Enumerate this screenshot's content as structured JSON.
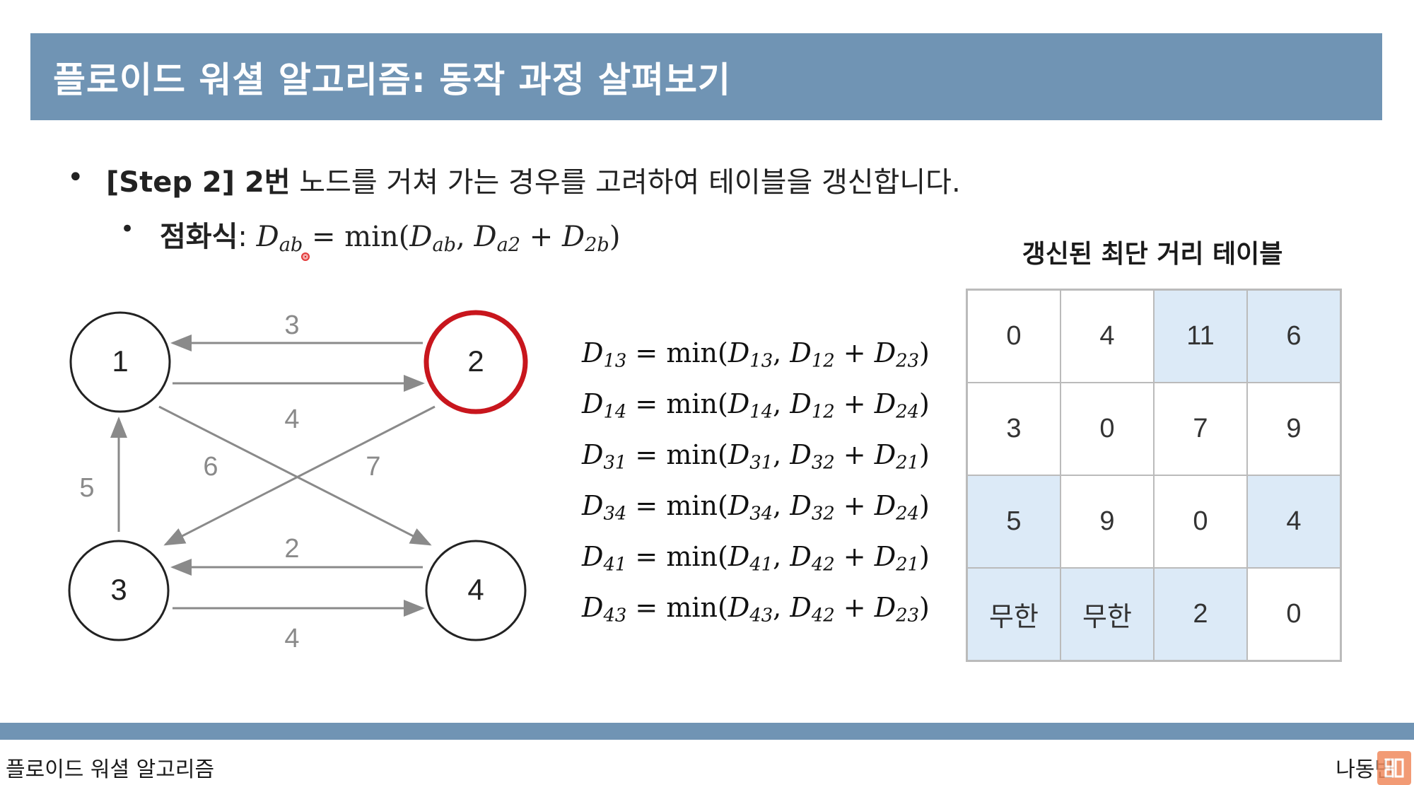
{
  "header": {
    "title": "플로이드 워셜 알고리즘: 동작 과정 살펴보기"
  },
  "bullets": {
    "step": {
      "bold": "[Step 2] 2번",
      "rest": " 노드를 거쳐 가는 경우를 고려하여 테이블을 갱신합니다."
    },
    "formula": {
      "label": "점화식",
      "sep": ": ",
      "lhs": "D",
      "lhs_sub": "ab",
      "eq": " = ",
      "fn": "min(",
      "a": "D",
      "a_sub": "ab",
      "comma": ", ",
      "b": "D",
      "b_sub": "a2",
      "plus": " + ",
      "c": "D",
      "c_sub": "2b",
      "close": ")"
    }
  },
  "graph": {
    "nodes": [
      {
        "id": "1",
        "label": "1",
        "highlighted": false
      },
      {
        "id": "2",
        "label": "2",
        "highlighted": true
      },
      {
        "id": "3",
        "label": "3",
        "highlighted": false
      },
      {
        "id": "4",
        "label": "4",
        "highlighted": false
      }
    ],
    "edges": [
      {
        "from": "2",
        "to": "1",
        "weight": "3"
      },
      {
        "from": "1",
        "to": "2",
        "weight": "4"
      },
      {
        "from": "3",
        "to": "1",
        "weight": "5"
      },
      {
        "from": "1",
        "to": "4",
        "weight": "6"
      },
      {
        "from": "2",
        "to": "3",
        "weight": "7"
      },
      {
        "from": "4",
        "to": "3",
        "weight": "2"
      },
      {
        "from": "3",
        "to": "4",
        "weight": "4"
      }
    ],
    "colors": {
      "node_stroke": "#222222",
      "highlight": "#c8161d",
      "edge": "#8a8a8a",
      "label": "#8a8a8a"
    }
  },
  "equations": [
    {
      "lhs": "13",
      "a": "13",
      "b": "12",
      "c": "23"
    },
    {
      "lhs": "14",
      "a": "14",
      "b": "12",
      "c": "24"
    },
    {
      "lhs": "31",
      "a": "31",
      "b": "32",
      "c": "21"
    },
    {
      "lhs": "34",
      "a": "34",
      "b": "32",
      "c": "24"
    },
    {
      "lhs": "41",
      "a": "41",
      "b": "42",
      "c": "21"
    },
    {
      "lhs": "43",
      "a": "43",
      "b": "42",
      "c": "23"
    }
  ],
  "table": {
    "title": "갱신된 최단 거리 테이블",
    "rows": [
      [
        "0",
        "4",
        "11",
        "6"
      ],
      [
        "3",
        "0",
        "7",
        "9"
      ],
      [
        "5",
        "9",
        "0",
        "4"
      ],
      [
        "무한",
        "무한",
        "2",
        "0"
      ]
    ],
    "highlight": [
      [
        false,
        false,
        true,
        true
      ],
      [
        false,
        false,
        false,
        false
      ],
      [
        true,
        false,
        false,
        true
      ],
      [
        true,
        true,
        true,
        false
      ]
    ],
    "highlight_color": "#dceaf7"
  },
  "footer": {
    "left": "플로이드 워셜 알고리즘",
    "right": "나동빈"
  }
}
